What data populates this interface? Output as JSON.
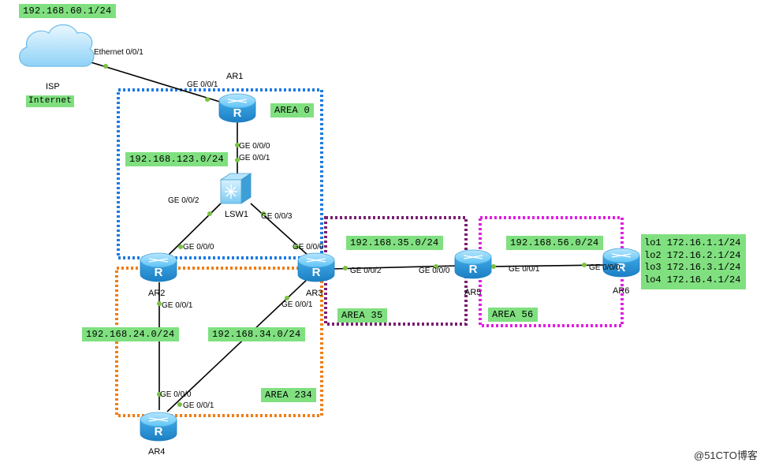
{
  "devices": {
    "isp": "ISP",
    "ar1": "AR1",
    "lsw1": "LSW1",
    "ar2": "AR2",
    "ar3": "AR3",
    "ar4": "AR4",
    "ar5": "AR5",
    "ar6": "AR6"
  },
  "networks": {
    "isp_net": "192.168.60.1/24",
    "internet": "Internet",
    "net_123": "192.168.123.0/24",
    "net_24": "192.168.24.0/24",
    "net_34": "192.168.34.0/24",
    "net_35": "192.168.35.0/24",
    "net_56": "192.168.56.0/24"
  },
  "areas": {
    "area0": "AREA 0",
    "area234": "AREA 234",
    "area35": "AREA 35",
    "area56": "AREA 56"
  },
  "ports": {
    "isp_eth": "Ethernet 0/0/1",
    "ar1_g001": "GE 0/0/1",
    "ar1_g000": "GE 0/0/0",
    "lsw1_g001": "GE 0/0/1",
    "lsw1_g002": "GE 0/0/2",
    "lsw1_g003": "GE 0/0/3",
    "ar2_g000": "GE 0/0/0",
    "ar2_g001": "GE 0/0/1",
    "ar3_g000": "GE 0/0/0",
    "ar3_g001": "GE 0/0/1",
    "ar3_g002": "GE 0/0/2",
    "ar4_g000": "GE 0/0/0",
    "ar4_g001": "GE 0/0/1",
    "ar5_g000": "GE 0/0/0",
    "ar5_g001": "GE 0/0/1",
    "ar6_g000": "GE 0/0/0"
  },
  "loopbacks": [
    "lo1 172.16.1.1/24",
    "lo2 172.16.2.1/24",
    "lo3 172.16.3.1/24",
    "lo4 172.16.4.1/24"
  ],
  "watermark": "@51CTO博客",
  "colors": {
    "area0": "#1e7ae0",
    "area234": "#f07d14",
    "area35": "#7a1e6e",
    "area56": "#e01ee0",
    "label_bg": "#80e080",
    "port_dot": "#7ac143",
    "router_body": "#3fa9e6"
  }
}
